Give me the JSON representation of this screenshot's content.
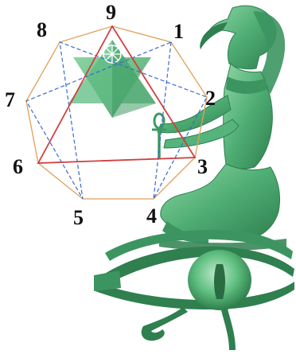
{
  "diagram": {
    "points": [
      {
        "label": "1"
      },
      {
        "label": "2"
      },
      {
        "label": "3"
      },
      {
        "label": "4"
      },
      {
        "label": "5"
      },
      {
        "label": "6"
      },
      {
        "label": "7"
      },
      {
        "label": "8"
      },
      {
        "label": "9"
      }
    ],
    "colors": {
      "outline": "#e0a05a",
      "triangle": "#d04040",
      "hexad": "#3a6ad0",
      "figure": "#4fae74",
      "figure_dark": "#2f7f4f",
      "figure_light": "#9fdcb2"
    },
    "icons": [
      "enneagram-figure",
      "star-tetrahedron-icon",
      "ankh-icon",
      "thoth-figure",
      "eye-of-horus"
    ]
  }
}
